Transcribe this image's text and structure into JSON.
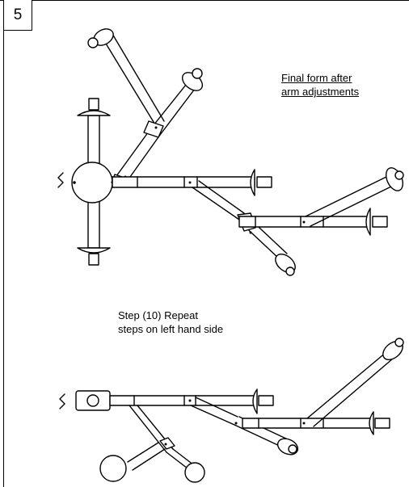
{
  "step_number": "5",
  "captions": {
    "final_form_line1": "Final form after",
    "final_form_line2": "arm adjustments",
    "step10_line1": "Step (10) Repeat",
    "step10_line2": "steps on left hand side"
  }
}
